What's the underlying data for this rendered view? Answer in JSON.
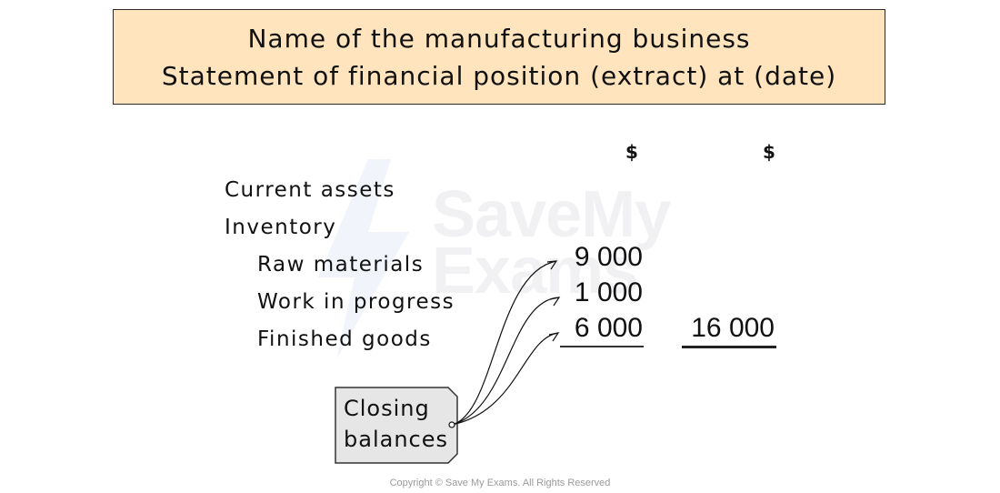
{
  "title": {
    "line1": "Name of the manufacturing business",
    "line2": "Statement of financial position (extract) at (date)",
    "background_color": "#ffe4bd"
  },
  "columns": {
    "col1_header": "$",
    "col2_header": "$"
  },
  "rows": {
    "current_assets": "Current assets",
    "inventory": "Inventory",
    "raw_materials": {
      "label": "Raw materials",
      "value": "9 000"
    },
    "work_in_progress": {
      "label": "Work in progress",
      "value": "1 000"
    },
    "finished_goods": {
      "label": "Finished goods",
      "value": "6 000"
    },
    "total": "16 000"
  },
  "callout": {
    "line1": "Closing",
    "line2": "balances",
    "background_color": "#e6e6e6"
  },
  "watermark": {
    "line1": "SaveMy",
    "line2": "Exams"
  },
  "copyright": "Copyright © Save My Exams. All Rights Reserved"
}
